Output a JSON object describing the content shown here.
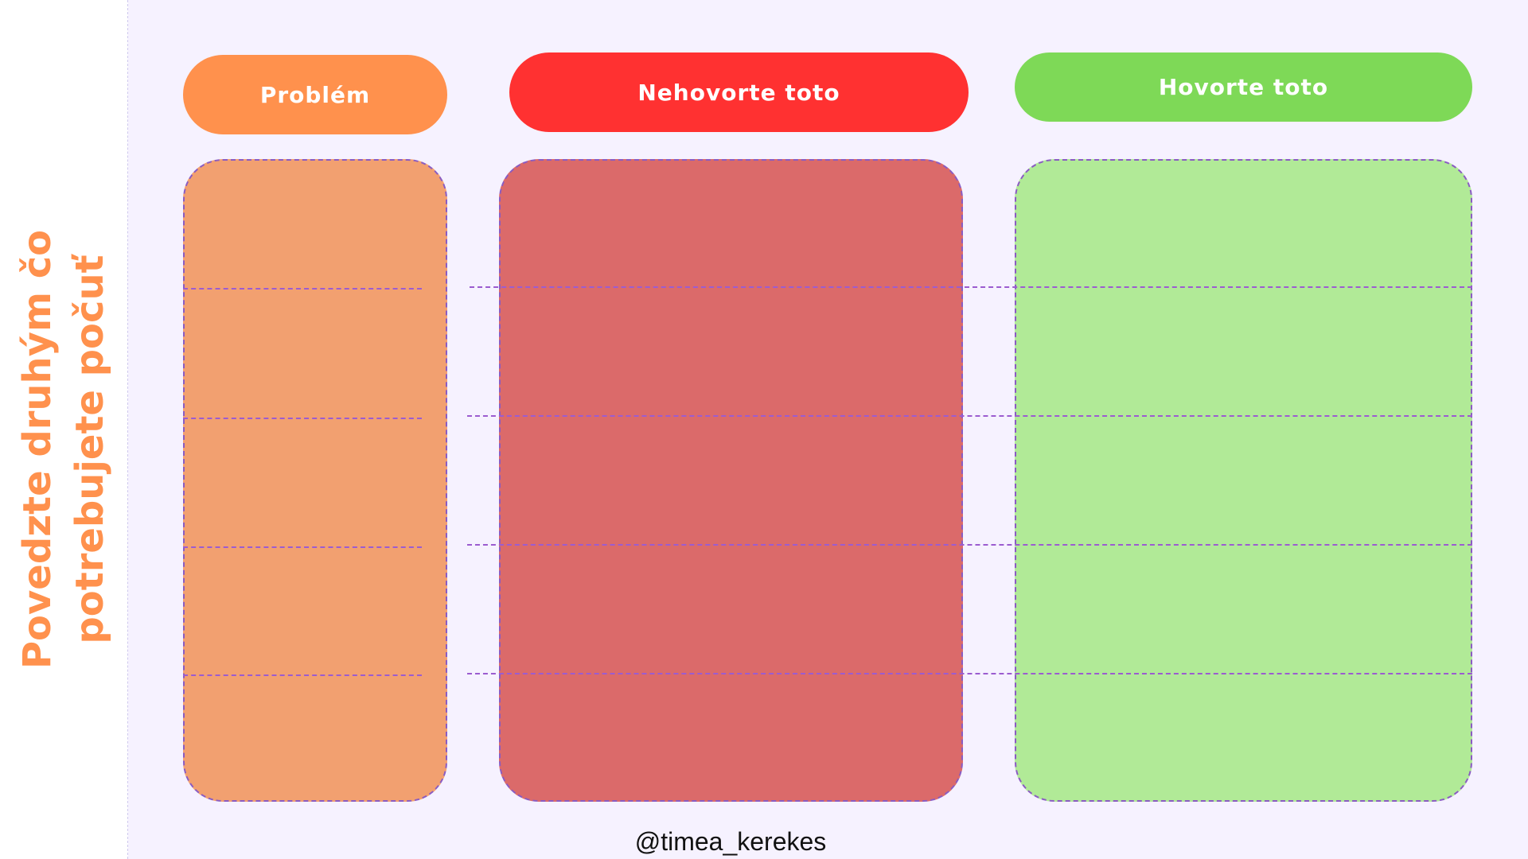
{
  "side_title": {
    "line1": "Povedzte druhým čo",
    "line2": "potrebujete počuť"
  },
  "columns": [
    {
      "label": "Problém",
      "header_color": "#ff914d",
      "body_color": "#f2a070"
    },
    {
      "label": "Nehovorte toto",
      "header_color": "#ff3131",
      "body_color": "#db6a6a"
    },
    {
      "label": "Hovorte toto",
      "header_color": "#7ed957",
      "body_color": "#b1ea97"
    }
  ],
  "footer": {
    "handle": "@timea_kerekes"
  }
}
